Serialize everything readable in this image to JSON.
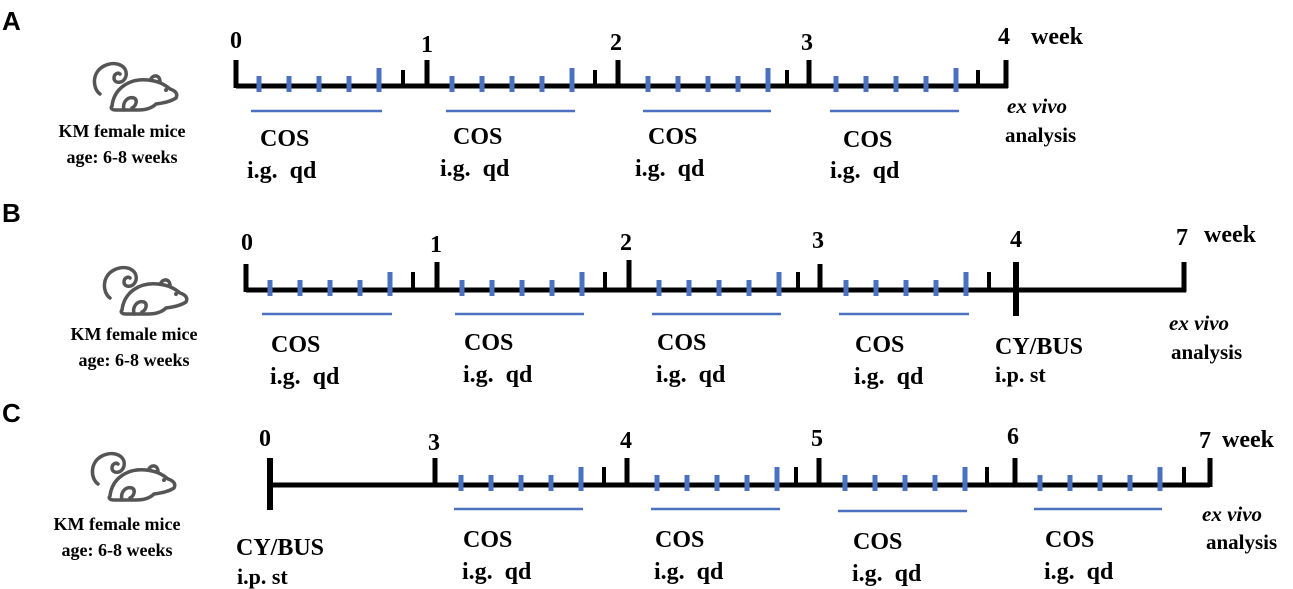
{
  "colors": {
    "axis": "#000000",
    "dose": "#4a72c0",
    "mouse": "#555555"
  },
  "panels": [
    {
      "id": "A",
      "label": "A",
      "mouse_icon": "mouse-icon",
      "mouse_text": [
        "KM female mice",
        "age: 6-8 weeks"
      ],
      "week_unit": "week",
      "ticks": [
        "0",
        "1",
        "2",
        "3",
        "4"
      ],
      "courses": [
        {
          "drug": "COS",
          "route": "i.g.  qd"
        },
        {
          "drug": "COS",
          "route": "i.g.  qd"
        },
        {
          "drug": "COS",
          "route": "i.g.  qd"
        },
        {
          "drug": "COS",
          "route": "i.g.  qd"
        }
      ],
      "end_note": [
        "ex vivo",
        "analysis"
      ]
    },
    {
      "id": "B",
      "label": "B",
      "mouse_icon": "mouse-icon",
      "mouse_text": [
        "KM female mice",
        "age: 6-8 weeks"
      ],
      "week_unit": "week",
      "ticks": [
        "0",
        "1",
        "2",
        "3",
        "4",
        "7"
      ],
      "courses": [
        {
          "drug": "COS",
          "route": "i.g.  qd"
        },
        {
          "drug": "COS",
          "route": "i.g.  qd"
        },
        {
          "drug": "COS",
          "route": "i.g.  qd"
        },
        {
          "drug": "COS",
          "route": "i.g.  qd"
        }
      ],
      "injection": {
        "drug": "CY/BUS",
        "route": "i.p. st"
      },
      "end_note": [
        "ex vivo",
        "analysis"
      ]
    },
    {
      "id": "C",
      "label": "C",
      "mouse_icon": "mouse-icon",
      "mouse_text": [
        "KM female mice",
        "age: 6-8 weeks"
      ],
      "week_unit": "week",
      "ticks": [
        "0",
        "3",
        "4",
        "5",
        "6",
        "7"
      ],
      "courses": [
        {
          "drug": "COS",
          "route": "i.g.  qd"
        },
        {
          "drug": "COS",
          "route": "i.g.  qd"
        },
        {
          "drug": "COS",
          "route": "i.g.  qd"
        },
        {
          "drug": "COS",
          "route": "i.g.  qd"
        }
      ],
      "injection": {
        "drug": "CY/BUS",
        "route": "i.p. st"
      },
      "end_note": [
        "ex vivo",
        "analysis"
      ]
    }
  ]
}
